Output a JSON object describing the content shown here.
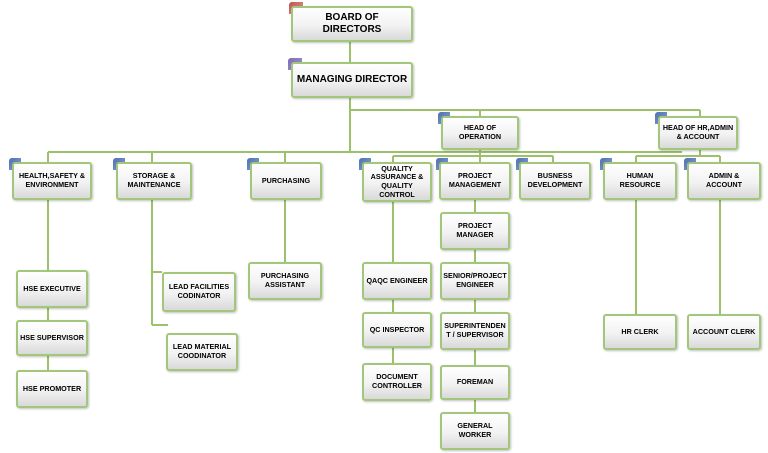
{
  "nodes": {
    "board": "BOARD OF DIRECTORS",
    "md": "MANAGING DIRECTOR",
    "head_operation": "HEAD OF OPERATION",
    "head_hr": "HEAD OF HR,ADMIN & ACCOUNT",
    "hse": "HEALTH,SAFETY & ENVIRONMENT",
    "storage": "STORAGE & MAINTENANCE",
    "purchasing": "PURCHASING",
    "qaqc": "QUALITY ASSURANCE & QUALITY CONTROL",
    "project_mgmt": "PROJECT MANAGEMENT",
    "business_dev": "BUSNESS DEVELOPMENT",
    "human_resource": "HUMAN RESOURCE",
    "admin_account": "ADMIN & ACCOUNT",
    "hse_exec": "HSE EXECUTIVE",
    "hse_sup": "HSE SUPERVISOR",
    "hse_prom": "HSE PROMOTER",
    "lead_fac": "LEAD FACILITIES CODINATOR",
    "lead_mat": "LEAD MATERIAL COODINATOR",
    "purch_asst": "PURCHASING ASSISTANT",
    "qaqc_eng": "QAQC ENGINEER",
    "qc_insp": "QC INSPECTOR",
    "doc_ctrl": "DOCUMENT CONTROLLER",
    "proj_mgr": "PROJECT MANAGER",
    "senior_eng": "SENIOR/PROJECT ENGINEER",
    "superint": "SUPERINTENDEN T / SUPERVISOR",
    "foreman": "FOREMAN",
    "gen_worker": "GENERAL WORKER",
    "hr_clerk": "HR CLERK",
    "acct_clerk": "ACCOUNT CLERK"
  },
  "colors": {
    "connector": "#9bc26a",
    "border": "#a3c77a",
    "tab_blue": "#4c6fb0",
    "tab_purple": "#7b6bb2",
    "tab_red": "#c0504d"
  }
}
